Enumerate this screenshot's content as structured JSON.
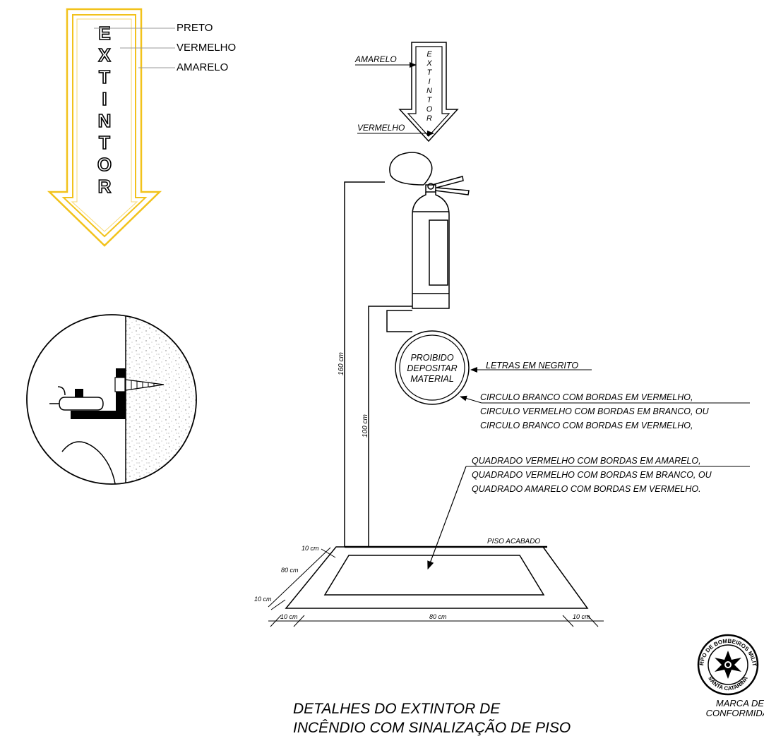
{
  "sign_large": {
    "letters": [
      "E",
      "X",
      "T",
      "I",
      "N",
      "T",
      "O",
      "R"
    ],
    "labels": [
      "PRETO",
      "VERMELHO",
      "AMARELO"
    ]
  },
  "sign_small": {
    "letters": [
      "E",
      "X",
      "T",
      "I",
      "N",
      "T",
      "O",
      "R"
    ],
    "label_top": "AMARELO",
    "label_bottom": "VERMELHO"
  },
  "circle_sign": [
    "PROIBIDO",
    "DEPOSITAR",
    "MATERIAL"
  ],
  "annotations": {
    "letters": "LETRAS EM NEGRITO",
    "circle_options": [
      "CIRCULO BRANCO COM BORDAS EM VERMELHO,",
      "CIRCULO VERMELHO COM BORDAS EM BRANCO, OU",
      "CIRCULO BRANCO COM BORDAS EM VERMELHO,"
    ],
    "square_options": [
      "QUADRADO  VERMELHO COM BORDAS EM AMARELO,",
      "QUADRADO VERMELHO COM BORDAS EM BRANCO, OU",
      "QUADRADO AMARELO COM BORDAS EM VERMELHO."
    ]
  },
  "dimensions": {
    "h160": "160 cm",
    "h100": "100 cm",
    "piso": "PISO ACABADO",
    "d10_top": "10 cm",
    "d80_left": "80 cm",
    "d10_left": "10 cm",
    "d10_bl": "10 cm",
    "d80_bottom": "80 cm",
    "d10_br": "10 cm"
  },
  "title": [
    "DETALHES DO EXTINTOR DE",
    "INCÊNDIO COM SINALIZAÇÃO DE PISO"
  ],
  "seal": {
    "ring_top": "CORPO DE BOMBEIROS MILITAR",
    "ring_bottom": "SANTA CATARINA",
    "caption": [
      "MARCA DE",
      "CONFORMIDA"
    ]
  },
  "colors": {
    "yellow": "#f2c21b",
    "line": "#000000"
  }
}
